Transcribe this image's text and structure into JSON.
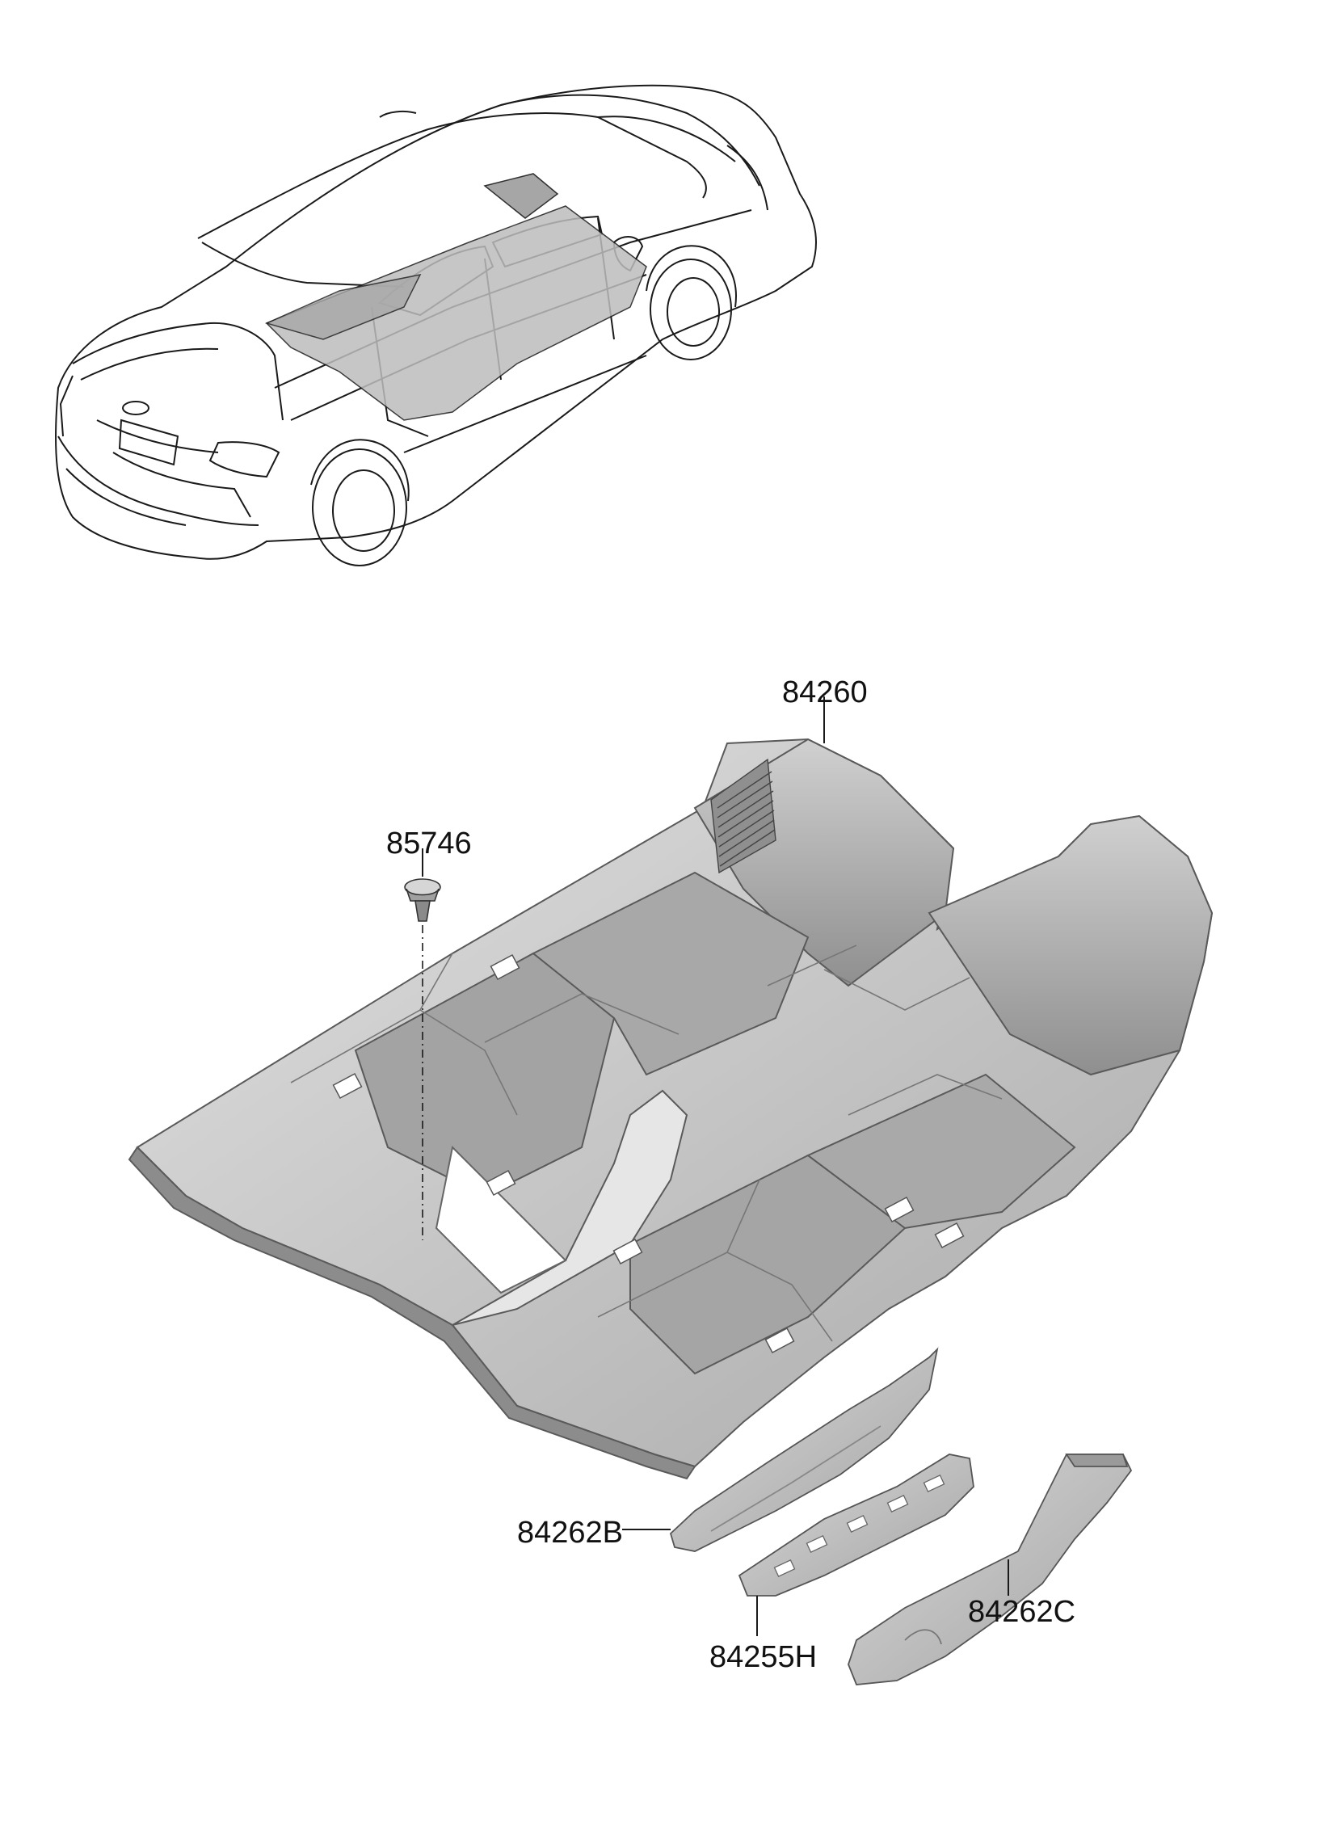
{
  "parts": {
    "carpet_main": "84260",
    "clip": "85746",
    "cover_left": "84262B",
    "pad_center": "84255H",
    "cover_right": "84262C"
  },
  "colors": {
    "line": "#1a1a1a",
    "carpet_light": "#d9d9d9",
    "carpet_mid": "#b8b8b8",
    "carpet_dark": "#9a9a9a",
    "background": "#ffffff"
  }
}
